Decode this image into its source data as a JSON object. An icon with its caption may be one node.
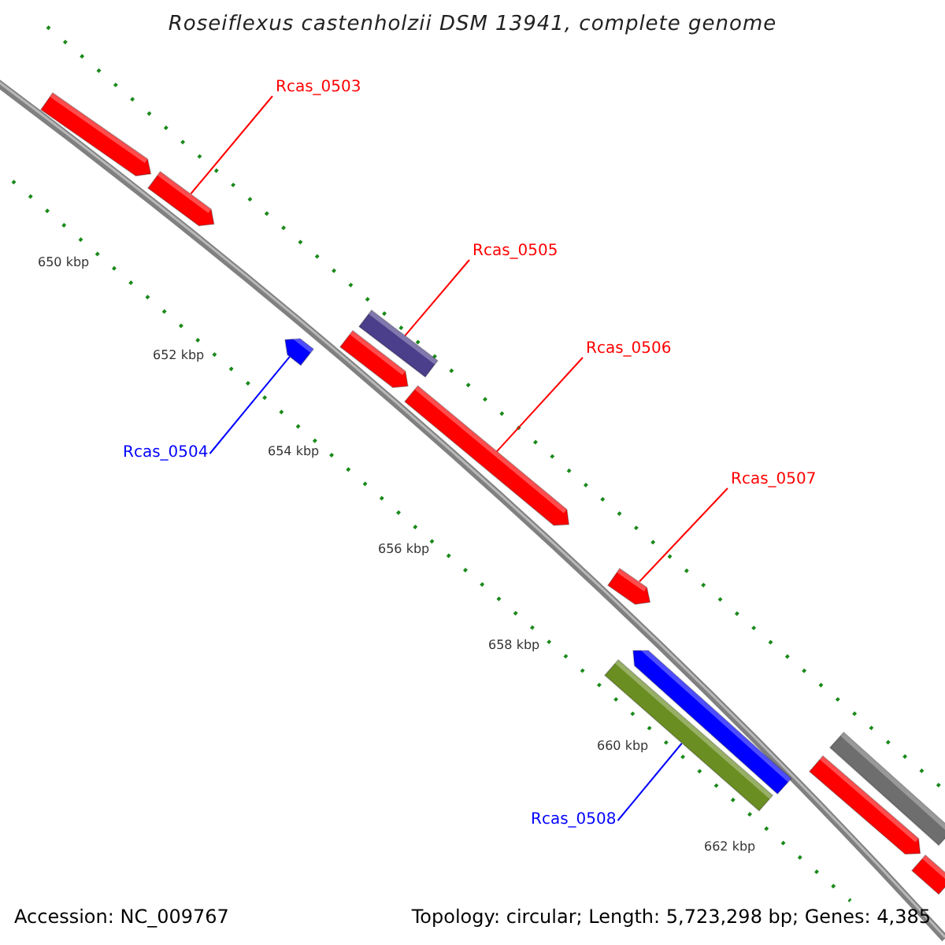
{
  "diagram": {
    "title": "Roseiflexus castenholzii DSM 13941, complete genome",
    "nodes": [
      {
        "text": [
          "Rcas_0503"
        ]
      },
      {
        "text": [
          "Rcas_0505"
        ]
      },
      {
        "text": [
          "Rcas_0506"
        ]
      },
      {
        "text": [
          "Rcas_0504"
        ]
      },
      {
        "text": [
          "Rcas_0507"
        ]
      },
      {
        "text": [
          "Rcas_0508"
        ]
      },
      {
        "text": [],
        "shape": "bar"
      },
      {
        "text": [],
        "shape": "bar"
      },
      {
        "text": [],
        "shape": "bar"
      },
      {
        "text": [],
        "shape": "bar"
      },
      {
        "text": [],
        "shape": "bar"
      },
      {
        "text": [],
        "shape": "bar"
      },
      {
        "text": [],
        "shape": "bar"
      },
      {
        "text": [],
        "shape": "bar"
      },
      {
        "text": [],
        "shape": "bar"
      },
      {
        "text": [],
        "shape": "bar"
      },
      {
        "text": [],
        "shape": "bar"
      },
      {
        "text": [],
        "shape": "bar"
      }
    ],
    "edges": [
      {
        "from": 0,
        "to": 7,
        "arrow": "none"
      },
      {
        "from": 1,
        "to": 9,
        "arrow": "none"
      },
      {
        "from": 2,
        "to": 11,
        "arrow": "none"
      },
      {
        "from": 3,
        "to": 8,
        "arrow": "none",
        "color": "#0000ff"
      },
      {
        "from": 4,
        "to": 12,
        "arrow": "none"
      },
      {
        "from": 5,
        "to": 14,
        "arrow": "none",
        "color": "#0000ff"
      }
    ],
    "labels": [
      "650 kbp",
      "652 kbp",
      "654 kbp",
      "656 kbp",
      "658 kbp",
      "660 kbp",
      "662 kbp",
      "Accession: NC_009767",
      "Topology: circular; Length: 5,723,298 bp; Genes: 4,385"
    ]
  }
}
